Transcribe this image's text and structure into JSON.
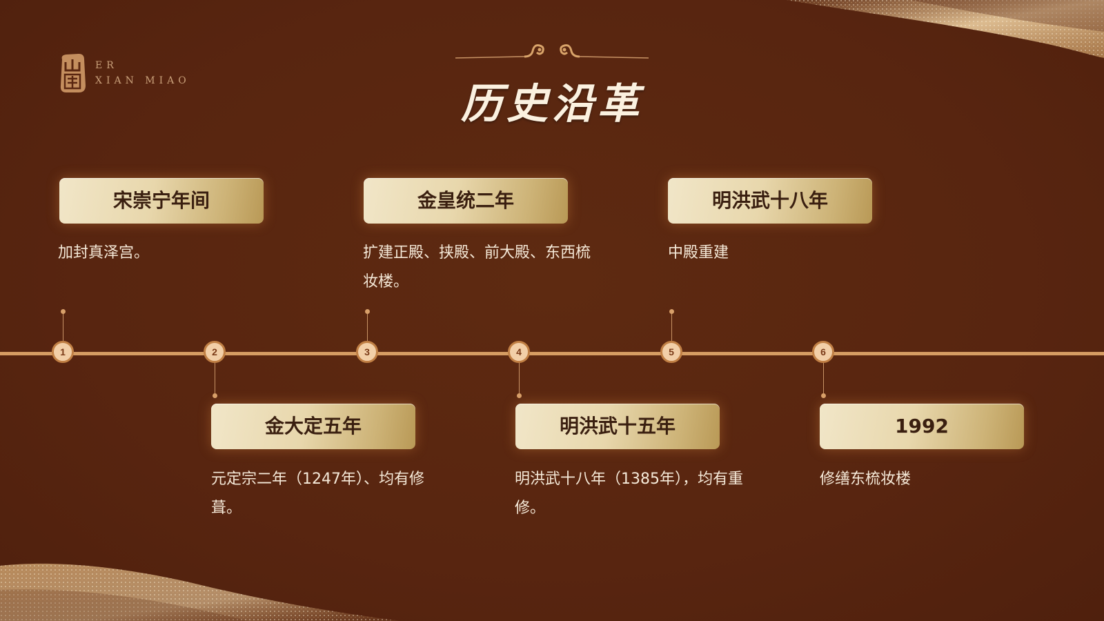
{
  "logo": {
    "line1": "ER",
    "line2": "XIAN MIAO"
  },
  "title": "历史沿革",
  "events": [
    {
      "number": "1",
      "period": "宋崇宁年间",
      "description": "加封真泽宫。"
    },
    {
      "number": "2",
      "period": "金大定五年",
      "description": "元定宗二年（1247年）、均有修葺。"
    },
    {
      "number": "3",
      "period": "金皇统二年",
      "description": "扩建正殿、挟殿、前大殿、东西梳妆楼。"
    },
    {
      "number": "4",
      "period": "明洪武十五年",
      "description": "明洪武十八年（1385年），均有重修。"
    },
    {
      "number": "5",
      "period": "明洪武十八年",
      "description": "中殿重建"
    },
    {
      "number": "6",
      "period": "1992",
      "description": "修缮东梳妆楼"
    }
  ],
  "colors": {
    "background": "#5a2610",
    "timeline": "#d69d63",
    "box_light": "#f1e6c8",
    "box_dark": "#b99956",
    "text_light": "#f6ead9",
    "logo": "#c9a07a"
  }
}
